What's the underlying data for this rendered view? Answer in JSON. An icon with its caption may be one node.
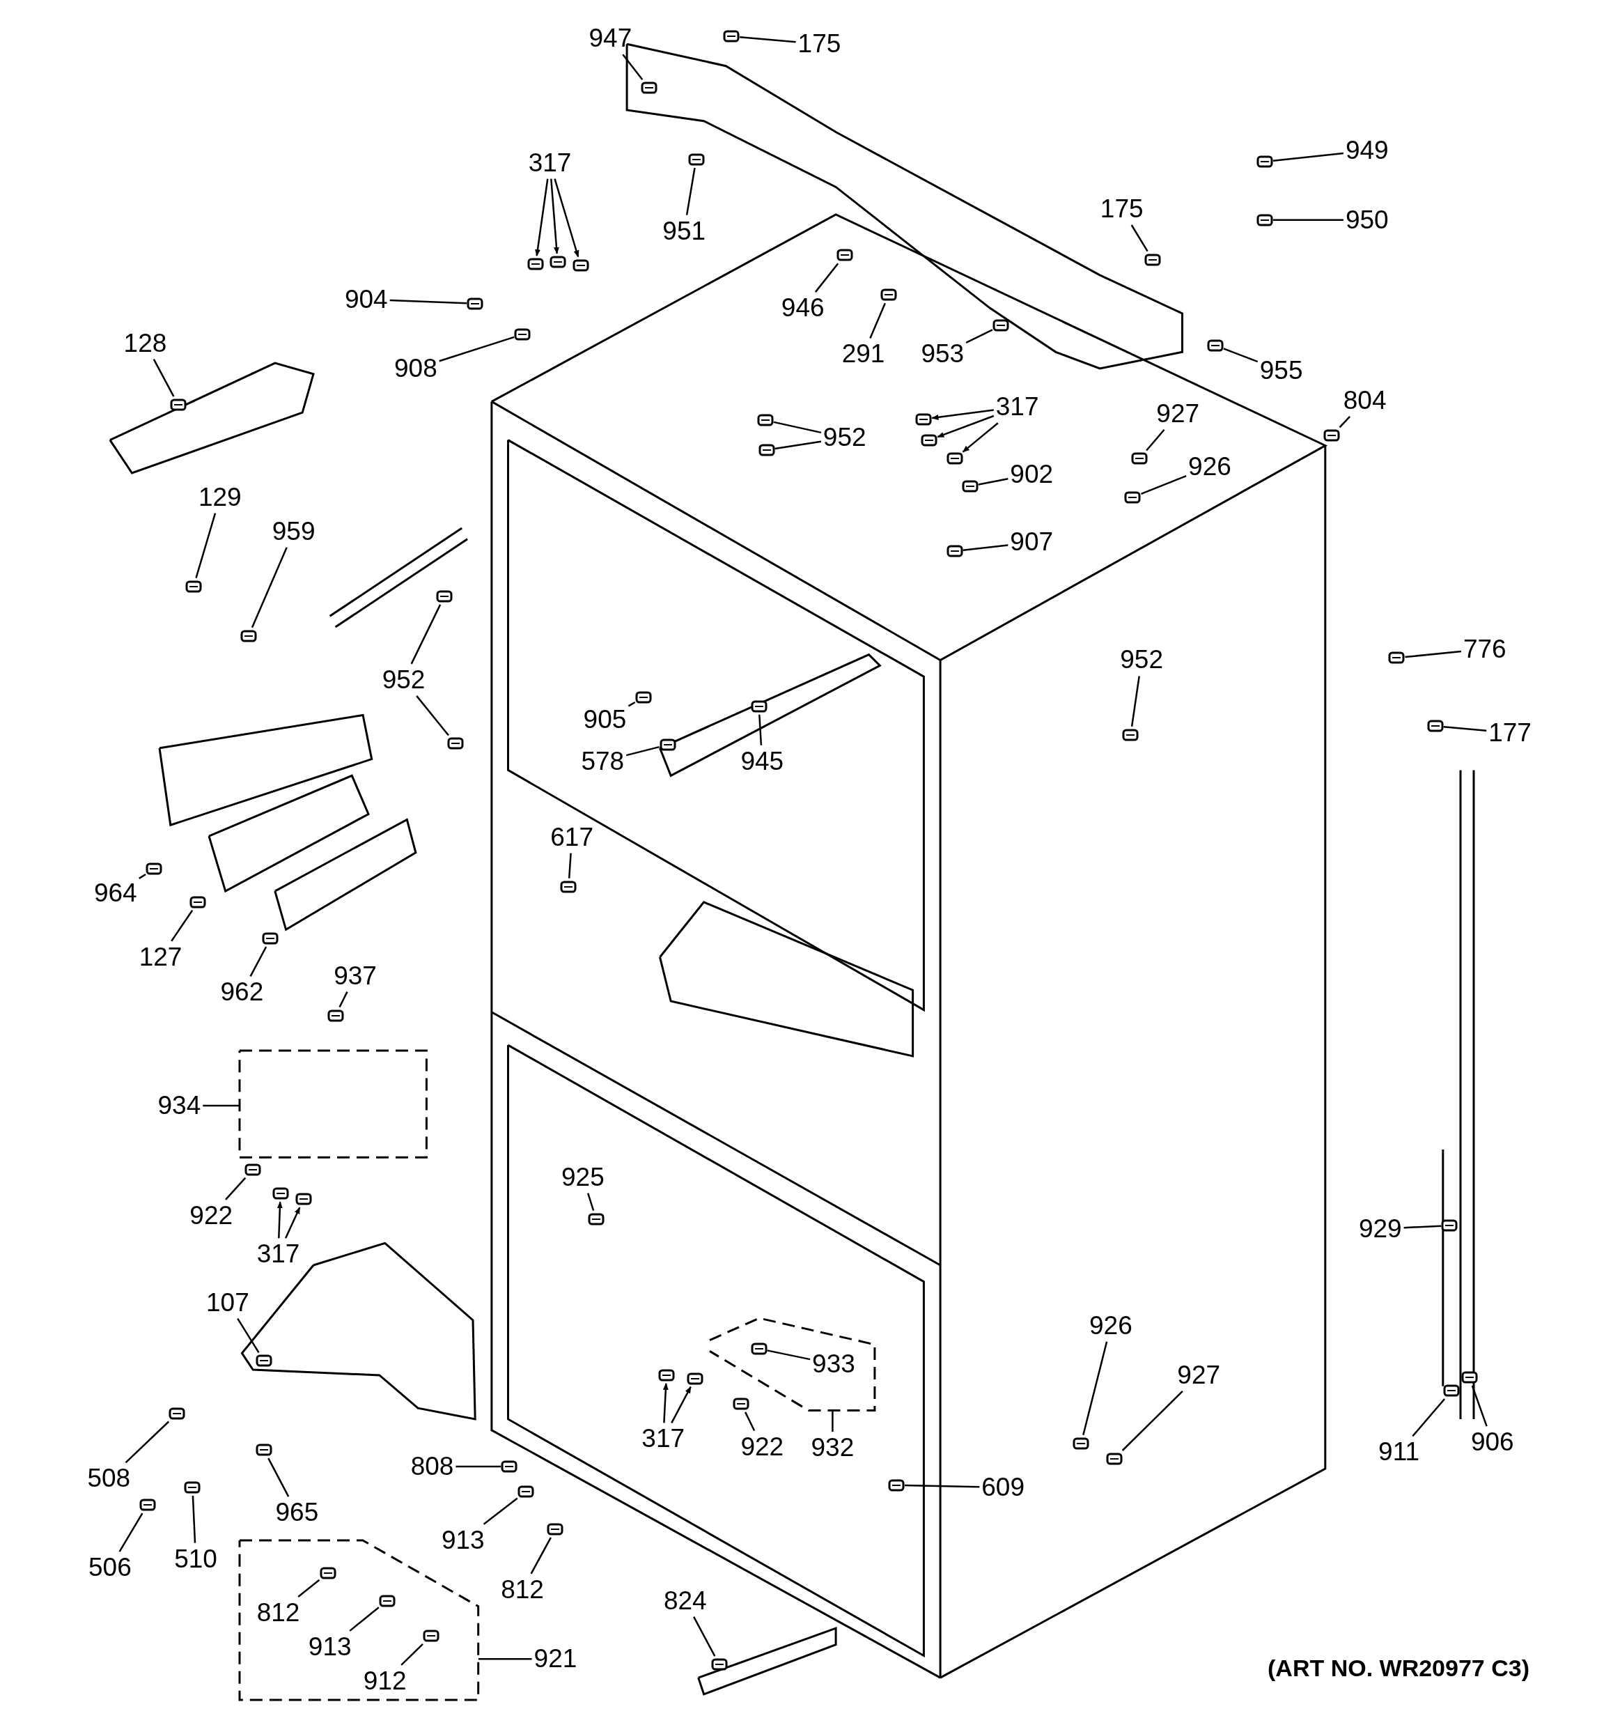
{
  "diagram": {
    "nodes": [
      {
        "text": [],
        "shape": "box"
      },
      {
        "text": [],
        "shape": "box"
      },
      {
        "text": [],
        "shape": "box"
      },
      {
        "text": [
          "947"
        ]
      },
      {
        "text": [
          "175"
        ]
      },
      {
        "text": [
          "317"
        ]
      },
      {
        "text": [
          "951"
        ]
      },
      {
        "text": [
          "949"
        ]
      },
      {
        "text": [
          "950"
        ]
      },
      {
        "text": [
          "175"
        ]
      },
      {
        "text": [
          "946"
        ]
      },
      {
        "text": [
          "291"
        ]
      },
      {
        "text": [
          "904"
        ]
      },
      {
        "text": [
          "908"
        ]
      },
      {
        "text": [
          "953"
        ]
      },
      {
        "text": [
          "955"
        ]
      },
      {
        "text": [
          "128"
        ]
      },
      {
        "text": [
          "952"
        ]
      },
      {
        "text": [
          "317"
        ]
      },
      {
        "text": [
          "927"
        ]
      },
      {
        "text": [
          "804"
        ]
      },
      {
        "text": [
          "926"
        ]
      },
      {
        "text": [
          "902"
        ]
      },
      {
        "text": [
          "129"
        ]
      },
      {
        "text": [
          "959"
        ]
      },
      {
        "text": [
          "907"
        ]
      },
      {
        "text": [
          "952"
        ]
      },
      {
        "text": [
          "952"
        ]
      },
      {
        "text": [
          "776"
        ]
      },
      {
        "text": [
          "177"
        ]
      },
      {
        "text": [
          "905"
        ]
      },
      {
        "text": [
          "578"
        ]
      },
      {
        "text": [
          "945"
        ]
      },
      {
        "text": [
          "617"
        ]
      },
      {
        "text": [
          "964"
        ]
      },
      {
        "text": [
          "127"
        ]
      },
      {
        "text": [
          "962"
        ]
      },
      {
        "text": [
          "937"
        ]
      },
      {
        "text": [
          "934"
        ]
      },
      {
        "text": [
          "925"
        ]
      },
      {
        "text": [
          "922"
        ]
      },
      {
        "text": [
          "317"
        ]
      },
      {
        "text": [
          "929"
        ]
      },
      {
        "text": [
          "107"
        ]
      },
      {
        "text": [
          "926"
        ]
      },
      {
        "text": [
          "927"
        ]
      },
      {
        "text": [
          "933"
        ],
        "in": 1
      },
      {
        "text": [
          "508"
        ]
      },
      {
        "text": [
          "965"
        ]
      },
      {
        "text": [
          "317"
        ]
      },
      {
        "text": [
          "922"
        ]
      },
      {
        "text": [
          "932"
        ]
      },
      {
        "text": [
          "911"
        ]
      },
      {
        "text": [
          "906"
        ]
      },
      {
        "text": [
          "808"
        ]
      },
      {
        "text": [
          "609"
        ]
      },
      {
        "text": [
          "506"
        ]
      },
      {
        "text": [
          "510"
        ]
      },
      {
        "text": [
          "913"
        ]
      },
      {
        "text": [
          "812"
        ]
      },
      {
        "text": [
          "812"
        ],
        "in": 2
      },
      {
        "text": [
          "824"
        ]
      },
      {
        "text": [
          "913"
        ],
        "in": 2
      },
      {
        "text": [
          "921"
        ]
      },
      {
        "text": [
          "912"
        ],
        "in": 2
      },
      {
        "text": [],
        "shape": "picture"
      },
      {
        "text": [],
        "shape": "picture"
      },
      {
        "text": [],
        "shape": "picture"
      },
      {
        "text": [],
        "shape": "picture"
      },
      {
        "text": [],
        "shape": "picture"
      },
      {
        "text": [],
        "shape": "picture"
      },
      {
        "text": [],
        "shape": "picture"
      },
      {
        "text": [],
        "shape": "picture"
      },
      {
        "text": [],
        "shape": "picture"
      },
      {
        "text": [],
        "shape": "picture"
      },
      {
        "text": [],
        "shape": "picture"
      },
      {
        "text": [],
        "shape": "picture"
      },
      {
        "text": [],
        "shape": "picture"
      },
      {
        "text": [],
        "shape": "picture"
      },
      {
        "text": [],
        "shape": "picture"
      },
      {
        "text": [],
        "shape": "picture"
      },
      {
        "text": [],
        "shape": "picture"
      },
      {
        "text": [],
        "shape": "picture"
      },
      {
        "text": [],
        "shape": "picture"
      },
      {
        "text": [],
        "shape": "picture"
      },
      {
        "text": [],
        "shape": "picture"
      },
      {
        "text": [],
        "shape": "picture"
      },
      {
        "text": [],
        "shape": "picture"
      },
      {
        "text": [],
        "shape": "picture"
      },
      {
        "text": [],
        "shape": "picture"
      },
      {
        "text": [],
        "shape": "picture"
      },
      {
        "text": [],
        "shape": "picture"
      },
      {
        "text": [],
        "shape": "picture"
      },
      {
        "text": [],
        "shape": "picture"
      },
      {
        "text": [],
        "shape": "picture"
      },
      {
        "text": [],
        "shape": "picture"
      },
      {
        "text": [],
        "shape": "picture"
      },
      {
        "text": [],
        "shape": "picture"
      },
      {
        "text": [],
        "shape": "picture"
      },
      {
        "text": [],
        "shape": "picture"
      },
      {
        "text": [],
        "shape": "picture"
      },
      {
        "text": [],
        "shape": "picture"
      },
      {
        "text": [],
        "shape": "picture"
      },
      {
        "text": [],
        "shape": "picture"
      },
      {
        "text": [],
        "shape": "picture"
      },
      {
        "text": [],
        "shape": "picture"
      },
      {
        "text": [],
        "shape": "picture"
      },
      {
        "text": [],
        "shape": "picture"
      },
      {
        "text": [],
        "shape": "picture"
      },
      {
        "text": [],
        "shape": "picture"
      },
      {
        "text": [],
        "shape": "picture"
      },
      {
        "text": [],
        "shape": "picture"
      },
      {
        "text": [],
        "shape": "picture"
      },
      {
        "text": [],
        "shape": "picture"
      },
      {
        "text": [],
        "shape": "picture",
        "in": 1
      },
      {
        "text": [],
        "shape": "picture"
      },
      {
        "text": [],
        "shape": "picture"
      },
      {
        "text": [],
        "shape": "picture"
      },
      {
        "text": [],
        "shape": "picture"
      },
      {
        "text": [],
        "shape": "picture",
        "in": 1
      },
      {
        "text": [],
        "shape": "picture"
      },
      {
        "text": [],
        "shape": "picture"
      },
      {
        "text": [],
        "shape": "picture"
      },
      {
        "text": [],
        "shape": "picture"
      },
      {
        "text": [],
        "shape": "picture"
      },
      {
        "text": [],
        "shape": "picture"
      },
      {
        "text": [],
        "shape": "picture"
      },
      {
        "text": [],
        "shape": "picture"
      },
      {
        "text": [],
        "shape": "picture",
        "in": 2
      },
      {
        "text": [],
        "shape": "picture"
      },
      {
        "text": [],
        "shape": "picture",
        "in": 2
      },
      {
        "text": [],
        "shape": "picture",
        "in": 2
      }
    ],
    "edges": [
      {
        "from": 3,
        "to": 65,
        "arrow": "none"
      },
      {
        "from": 4,
        "to": 66,
        "arrow": "none"
      },
      {
        "from": 5,
        "to": 67,
        "arrow": "to"
      },
      {
        "from": 5,
        "to": 68,
        "arrow": "to"
      },
      {
        "from": 5,
        "to": 69,
        "arrow": "to"
      },
      {
        "from": 6,
        "to": 70,
        "arrow": "none"
      },
      {
        "from": 7,
        "to": 71,
        "arrow": "none"
      },
      {
        "from": 8,
        "to": 72,
        "arrow": "none"
      },
      {
        "from": 9,
        "to": 73,
        "arrow": "none"
      },
      {
        "from": 10,
        "to": 74,
        "arrow": "none"
      },
      {
        "from": 11,
        "to": 75,
        "arrow": "none"
      },
      {
        "from": 12,
        "to": 76,
        "arrow": "none"
      },
      {
        "from": 13,
        "to": 77,
        "arrow": "none"
      },
      {
        "from": 14,
        "to": 78,
        "arrow": "none"
      },
      {
        "from": 15,
        "to": 79,
        "arrow": "none"
      },
      {
        "from": 16,
        "to": 80,
        "arrow": "none"
      },
      {
        "from": 17,
        "to": 81,
        "arrow": "none"
      },
      {
        "from": 17,
        "to": 82,
        "arrow": "none"
      },
      {
        "from": 18,
        "to": 83,
        "arrow": "to"
      },
      {
        "from": 18,
        "to": 84,
        "arrow": "to"
      },
      {
        "from": 18,
        "to": 85,
        "arrow": "to"
      },
      {
        "from": 19,
        "to": 86,
        "arrow": "none"
      },
      {
        "from": 20,
        "to": 87,
        "arrow": "none"
      },
      {
        "from": 21,
        "to": 88,
        "arrow": "none"
      },
      {
        "from": 22,
        "to": 89,
        "arrow": "none"
      },
      {
        "from": 23,
        "to": 90,
        "arrow": "none"
      },
      {
        "from": 24,
        "to": 91,
        "arrow": "none"
      },
      {
        "from": 25,
        "to": 92,
        "arrow": "none"
      },
      {
        "from": 26,
        "to": 93,
        "arrow": "none"
      },
      {
        "from": 26,
        "to": 94,
        "arrow": "none"
      },
      {
        "from": 27,
        "to": 95,
        "arrow": "none"
      },
      {
        "from": 28,
        "to": 96,
        "arrow": "none"
      },
      {
        "from": 29,
        "to": 97,
        "arrow": "none"
      },
      {
        "from": 30,
        "to": 98,
        "arrow": "none"
      },
      {
        "from": 31,
        "to": 99,
        "arrow": "none"
      },
      {
        "from": 32,
        "to": 100,
        "arrow": "none"
      },
      {
        "from": 33,
        "to": 101,
        "arrow": "none"
      },
      {
        "from": 34,
        "to": 102,
        "arrow": "none"
      },
      {
        "from": 35,
        "to": 103,
        "arrow": "none"
      },
      {
        "from": 36,
        "to": 104,
        "arrow": "none"
      },
      {
        "from": 37,
        "to": 105,
        "arrow": "none"
      },
      {
        "from": 38,
        "to": 0,
        "arrow": "none"
      },
      {
        "from": 39,
        "to": 106,
        "arrow": "none"
      },
      {
        "from": 40,
        "to": 107,
        "arrow": "none"
      },
      {
        "from": 41,
        "to": 108,
        "arrow": "to"
      },
      {
        "from": 41,
        "to": 109,
        "arrow": "to"
      },
      {
        "from": 42,
        "to": 110,
        "arrow": "none"
      },
      {
        "from": 43,
        "to": 111,
        "arrow": "none"
      },
      {
        "from": 44,
        "to": 112,
        "arrow": "none"
      },
      {
        "from": 45,
        "to": 113,
        "arrow": "none"
      },
      {
        "from": 46,
        "to": 114,
        "arrow": "none"
      },
      {
        "from": 47,
        "to": 115,
        "arrow": "none"
      },
      {
        "from": 48,
        "to": 116,
        "arrow": "none"
      },
      {
        "from": 49,
        "to": 117,
        "arrow": "to"
      },
      {
        "from": 49,
        "to": 118,
        "arrow": "to"
      },
      {
        "from": 50,
        "to": 119,
        "arrow": "none"
      },
      {
        "from": 51,
        "to": 1,
        "arrow": "none"
      },
      {
        "from": 52,
        "to": 120,
        "arrow": "none"
      },
      {
        "from": 53,
        "to": 121,
        "arrow": "none"
      },
      {
        "from": 54,
        "to": 122,
        "arrow": "none"
      },
      {
        "from": 55,
        "to": 123,
        "arrow": "none"
      },
      {
        "from": 56,
        "to": 124,
        "arrow": "none"
      },
      {
        "from": 57,
        "to": 125,
        "arrow": "none"
      },
      {
        "from": 58,
        "to": 126,
        "arrow": "none"
      },
      {
        "from": 59,
        "to": 127,
        "arrow": "none"
      },
      {
        "from": 60,
        "to": 128,
        "arrow": "none"
      },
      {
        "from": 61,
        "to": 129,
        "arrow": "none"
      },
      {
        "from": 62,
        "to": 130,
        "arrow": "none"
      },
      {
        "from": 63,
        "to": 2,
        "arrow": "none"
      },
      {
        "from": 64,
        "to": 131,
        "arrow": "none"
      }
    ],
    "labels": [
      "(ART NO. WR20977 C3)"
    ]
  }
}
